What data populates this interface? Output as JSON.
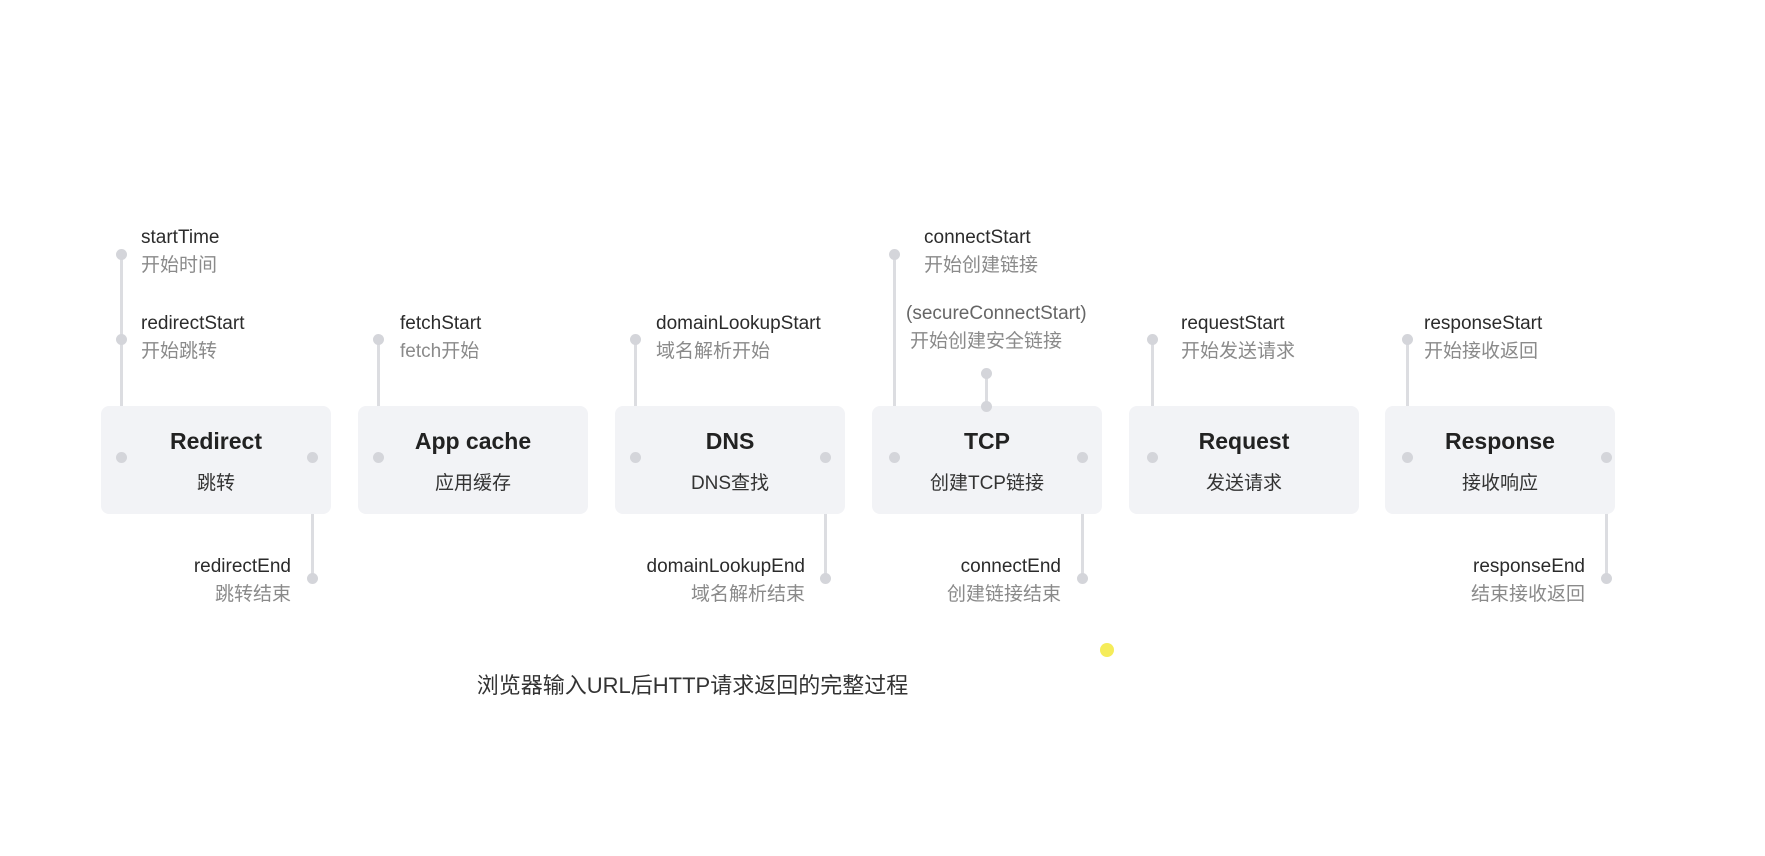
{
  "stages": [
    {
      "title": "Redirect",
      "subtitle": "跳转"
    },
    {
      "title": "App cache",
      "subtitle": "应用缓存"
    },
    {
      "title": "DNS",
      "subtitle": "DNS查找"
    },
    {
      "title": "TCP",
      "subtitle": "创建TCP链接"
    },
    {
      "title": "Request",
      "subtitle": "发送请求"
    },
    {
      "title": "Response",
      "subtitle": "接收响应"
    }
  ],
  "events": {
    "startTime": {
      "name": "startTime",
      "desc": "开始时间"
    },
    "redirectStart": {
      "name": "redirectStart",
      "desc": "开始跳转"
    },
    "redirectEnd": {
      "name": "redirectEnd",
      "desc": "跳转结束"
    },
    "fetchStart": {
      "name": "fetchStart",
      "desc": "fetch开始"
    },
    "domainLookupStart": {
      "name": "domainLookupStart",
      "desc": "域名解析开始"
    },
    "domainLookupEnd": {
      "name": "domainLookupEnd",
      "desc": "域名解析结束"
    },
    "connectStart": {
      "name": "connectStart",
      "desc": "开始创建链接"
    },
    "secureConnectStart": {
      "name": "(secureConnectStart)",
      "desc": "开始创建安全链接"
    },
    "connectEnd": {
      "name": "connectEnd",
      "desc": "创建链接结束"
    },
    "requestStart": {
      "name": "requestStart",
      "desc": "开始发送请求"
    },
    "responseStart": {
      "name": "responseStart",
      "desc": "开始接收返回"
    },
    "responseEnd": {
      "name": "responseEnd",
      "desc": "结束接收返回"
    }
  },
  "caption": "浏览器输入URL后HTTP请求返回的完整过程"
}
